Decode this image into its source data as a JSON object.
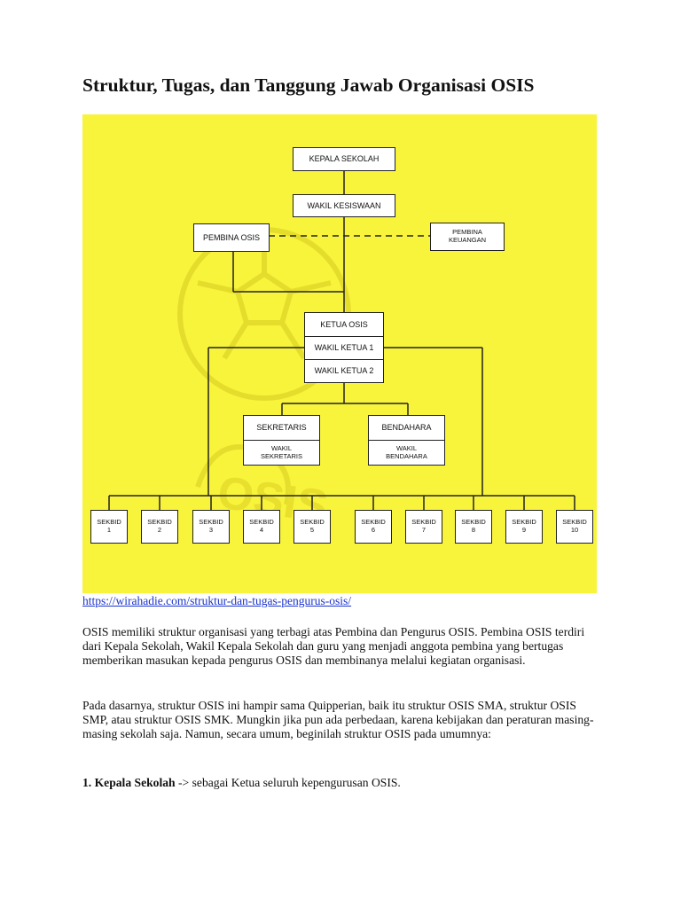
{
  "page_title": "Struktur, Tugas, dan Tanggung Jawab Organisasi OSIS",
  "chart": {
    "watermark": "OSIS",
    "nodes": {
      "kepala_sekolah": "KEPALA SEKOLAH",
      "wakil_kesiswaan": "WAKIL KESISWAAN",
      "pembina_osis": "PEMBINA OSIS",
      "pembina_keuangan": "PEMBINA\nKEUANGAN",
      "ketua_osis": "KETUA OSIS",
      "wakil_ketua_1": "WAKIL KETUA 1",
      "wakil_ketua_2": "WAKIL KETUA 2",
      "sekretaris": "SEKRETARIS",
      "wakil_sekretaris": "WAKIL\nSEKRETARIS",
      "bendahara": "BENDAHARA",
      "wakil_bendahara": "WAKIL\nBENDAHARA",
      "sekbid": [
        "SEKBID\n1",
        "SEKBID\n2",
        "SEKBID\n3",
        "SEKBID\n4",
        "SEKBID\n5",
        "SEKBID\n6",
        "SEKBID\n7",
        "SEKBID\n8",
        "SEKBID\n9",
        "SEKBID\n10"
      ]
    }
  },
  "source_link": "https://wirahadie.com/struktur-dan-tugas-pengurus-osis/",
  "paragraphs": {
    "p1": "OSIS memiliki struktur organisasi yang terbagi atas Pembina dan Pengurus OSIS. Pembina OSIS terdiri dari Kepala Sekolah, Wakil Kepala Sekolah dan guru yang menjadi anggota pembina yang bertugas memberikan masukan kepada pengurus OSIS dan membinanya melalui kegiatan organisasi.",
    "p2": "Pada dasarnya, struktur OSIS ini hampir sama Quipperian, baik itu struktur OSIS SMA, struktur OSIS SMP, atau struktur OSIS SMK. Mungkin jika pun ada perbedaan, karena kebijakan dan peraturan masing-masing sekolah saja. Namun, secara umum, beginilah struktur OSIS pada umumnya:",
    "p3_bold": "1. Kepala Sekolah",
    "p3_rest": " -> sebagai Ketua seluruh kepengurusan OSIS."
  }
}
